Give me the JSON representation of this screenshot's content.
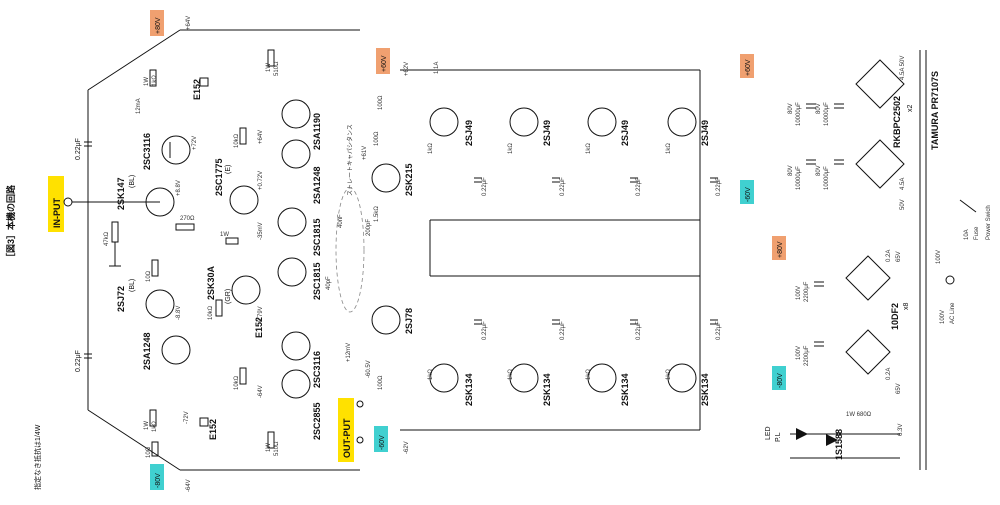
{
  "figure": {
    "title": "［図3］本機の回路",
    "note": "指定なき抵抗は1/4W"
  },
  "io": {
    "input": "IN-PUT",
    "output": "OUT-PUT"
  },
  "rails": {
    "pos80_top": "+80V",
    "pos64_top": "+64V",
    "pos60_out": "+60V",
    "pos62_out": "+62V",
    "neg60_out": "-60V",
    "neg62_out": "-62V",
    "neg80_bot": "-80V",
    "neg64_bot": "-64V",
    "pos60_psu": "+60V",
    "neg60_psu": "-60V",
    "pos80_psu": "+80V",
    "neg80_psu": "-80V"
  },
  "voltages": {
    "v72": "+72V",
    "v8_8": "+8.8V",
    "v64": "+64V",
    "v072": "+0.72V",
    "vm35": "-35mV",
    "v61": "+61V",
    "v12ma": "12mA",
    "vm8_8": "-8.8V",
    "vm72": "-72V",
    "vm64": "-64V",
    "vm079": "-0.79V",
    "v12mv": "+12mV",
    "vm605": "-60.5V",
    "i11": "1.1A"
  },
  "transistors": {
    "q_2sk147": "2SK147",
    "q_2sk147_rank": "(BL)",
    "q_2sc3116_top": "2SC3116",
    "q_2sc1775": "2SC1775",
    "q_2sc1775_rank": "(E)",
    "q_2sa1248_top": "2SA1248",
    "q_2sa1190": "2SA1190",
    "q_2sc1815_a": "2SC1815",
    "q_2sc1815_b": "2SC1815",
    "q_2sj72": "2SJ72",
    "q_2sj72_rank": "(BL)",
    "q_2sa1248_bot": "2SA1248",
    "q_2sk30a": "2SK30A",
    "q_2sk30a_rank": "(GR)",
    "q_2sc3116_bot": "2SC3116",
    "q_2sc2855": "2SC2855",
    "q_2sk215": "2SK215",
    "q_2sj78": "2SJ78",
    "q_2sj49": "2SJ49",
    "q_2sk134": "2SK134"
  },
  "parts": {
    "e152": "E152",
    "c022": "0.22μF",
    "r1k": "1kΩ",
    "r100": "100Ω",
    "r10k": "10kΩ",
    "r47k": "47kΩ",
    "r270": "270Ω",
    "r510": "510Ω",
    "r10": "10Ω",
    "r1w": "1W",
    "r15k": "1.5kΩ",
    "c200p": "200pF",
    "c40n": "40nF",
    "c40p": "40pF",
    "r680": "1W 680Ω",
    "straight": "ストレートキャパシタンス"
  },
  "psu": {
    "cap_a_v": "80V",
    "cap_a": "10000μF",
    "bridge1": "RKBPC2502",
    "bridge1_qty": "x2",
    "cap_b_v": "100V",
    "cap_b": "2200μF",
    "bridge2": "10DF2",
    "bridge2_qty": "x8",
    "trans": "TAMURA PR7107S",
    "tap_50v_4_5a": "4.5A 50V",
    "tap_50v_b": "50V",
    "tap_4_5a_b": "4.5A",
    "tap_65v_0_2a": "65V",
    "tap_0_2a": "0.2A",
    "tap_6_3v": "6.3V",
    "led": "LED",
    "led_pl": "P.L",
    "diode": "1S1588",
    "ac_100v": "100V",
    "ac_line": "AC Line",
    "fuse": "10A",
    "fuse_label": "Fuse",
    "sw_label": "Power Swich",
    "primary": "100V"
  }
}
